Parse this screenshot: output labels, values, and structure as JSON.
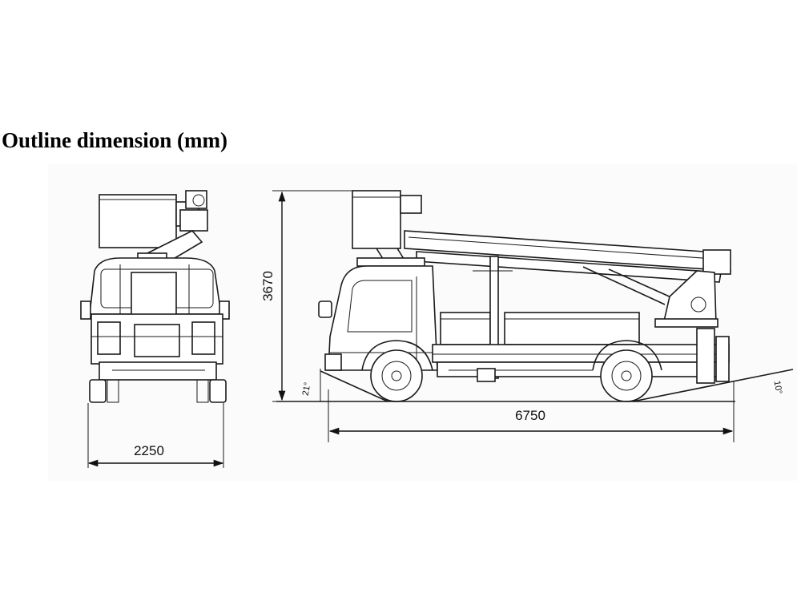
{
  "title": "Outline dimension (mm)",
  "dimensions": {
    "front_width": "2250",
    "overall_height": "3670",
    "overall_length": "6750",
    "approach_angle": "21°",
    "departure_angle": "10°"
  }
}
